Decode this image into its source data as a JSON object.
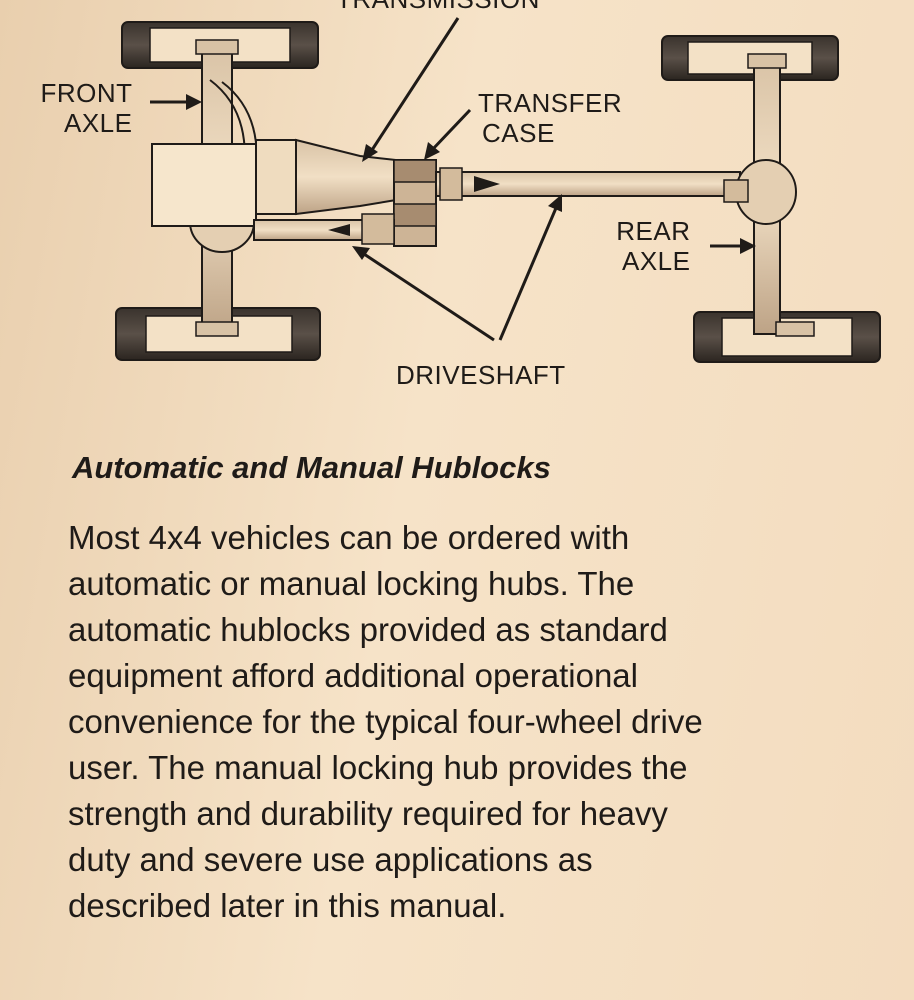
{
  "diagram": {
    "labels": {
      "transmission": "TRANSMISSION",
      "front_axle": [
        "FRONT",
        "AXLE"
      ],
      "transfer_case": [
        "TRANSFER",
        "CASE"
      ],
      "rear_axle": [
        "REAR",
        "AXLE"
      ],
      "driveshaft": "DRIVESHAFT"
    }
  },
  "section": {
    "heading": "Automatic and Manual Hublocks",
    "body_lines": [
      "Most 4x4 vehicles can be ordered with",
      "automatic or manual locking hubs. The",
      "automatic hublocks provided as standard",
      "equipment afford additional operational",
      "convenience for the typical four-wheel drive",
      "user. The manual locking hub provides the",
      "strength and durability required for heavy",
      "duty and severe use applications as",
      "described later in this manual."
    ]
  }
}
